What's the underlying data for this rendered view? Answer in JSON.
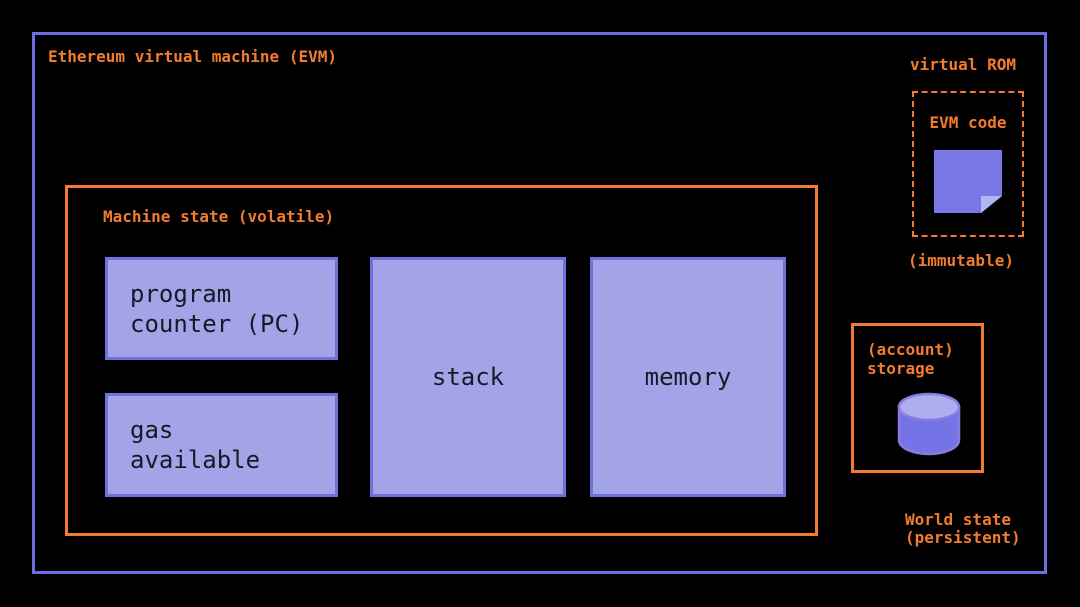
{
  "palette": {
    "background": "#000000",
    "frame_blue": "#6e6ee2",
    "orange": "#f17c2f",
    "box_fill": "#a3a3e8",
    "box_border": "#7171dc",
    "box_text": "#191926",
    "note_purple": "#7777e8",
    "note_fold_light": "#b4b4f4",
    "cylinder_top": "#aeaeef",
    "cylinder_body": "#7474e6",
    "cylinder_outline": "#8a7cdf"
  },
  "evm": {
    "title": "Ethereum virtual machine (EVM)",
    "machine_state": {
      "label": "Machine state (volatile)",
      "program_counter": {
        "line1": "program",
        "line2": "counter (PC)"
      },
      "gas_available": {
        "line1": "gas",
        "line2": "available"
      },
      "stack": {
        "label": "stack"
      },
      "memory": {
        "label": "memory"
      }
    }
  },
  "virtual_rom": {
    "label": "virtual ROM",
    "evm_code_label": "EVM code",
    "immutable_note": "(immutable)",
    "icon": "code-note-icon"
  },
  "world_state": {
    "account_storage": {
      "line1": "(account)",
      "line2": "storage",
      "icon": "database-cylinder-icon"
    },
    "label_line1": "World state",
    "label_line2": "(persistent)"
  }
}
